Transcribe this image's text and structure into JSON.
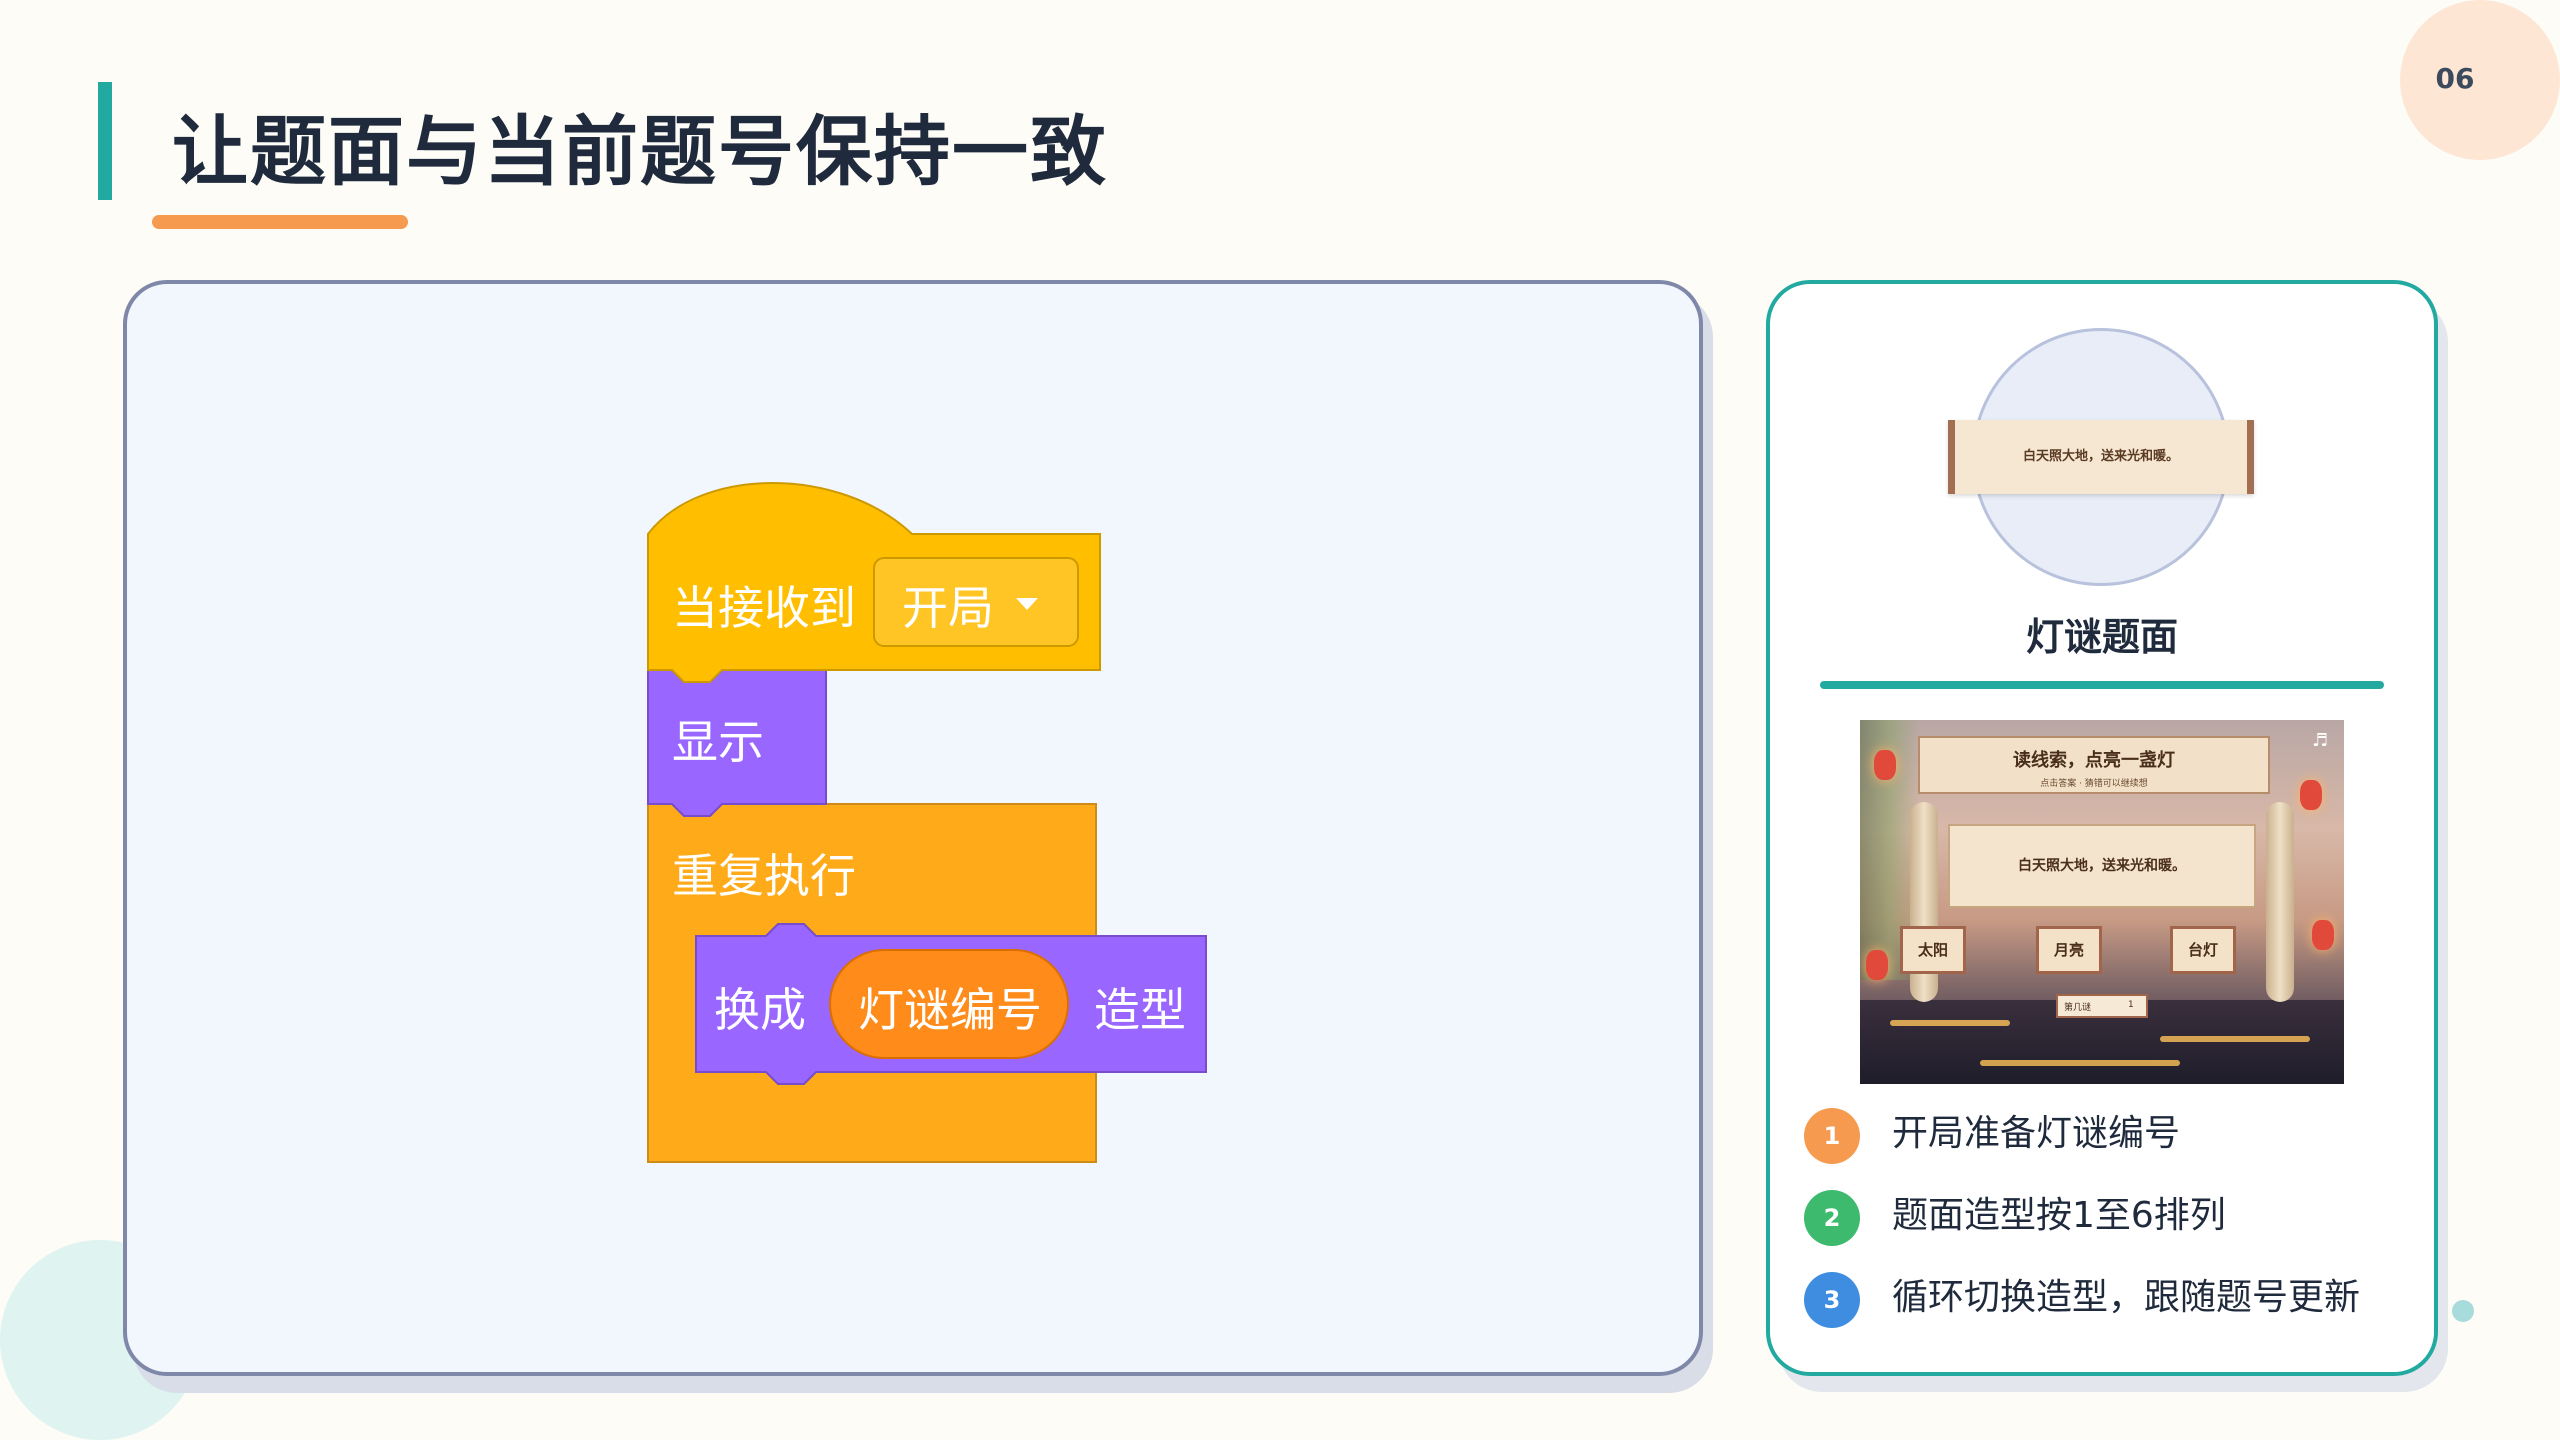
{
  "page": {
    "title": "让题面与当前题号保持一致",
    "page_number": "06"
  },
  "code_blocks": {
    "hat": {
      "label": "当接收到",
      "message": "开局"
    },
    "show": {
      "label": "显示"
    },
    "forever": {
      "label": "重复执行"
    },
    "switch_costume": {
      "prefix": "换成",
      "reporter": "灯谜编号",
      "suffix": "造型"
    }
  },
  "sidebar": {
    "preview_text": "白天照大地，送来光和暖。",
    "costume_label": "灯谜题面",
    "game": {
      "banner_title": "读线索，点亮一盏灯",
      "banner_sub": "点击答案 · 猜错可以继续想",
      "riddle": "白天照大地，送来光和暖。",
      "answers": [
        "太阳",
        "月亮",
        "台灯"
      ],
      "counter_label": "第几谜",
      "counter_value": "1"
    },
    "steps": [
      {
        "number": "1",
        "text": "开局准备灯谜编号",
        "color": "#f59a4e"
      },
      {
        "number": "2",
        "text": "题面造型按1至6排列",
        "color": "#3dba6e"
      },
      {
        "number": "3",
        "text": "循环切换造型，跟随题号更新",
        "color": "#3f8de0"
      }
    ]
  },
  "colors": {
    "accent_teal": "#22aaa0",
    "accent_orange": "#f59a4e",
    "events_yellow": "#ffbf00",
    "looks_purple": "#9966ff",
    "control_orange": "#ffab19",
    "reporter_orange": "#ff8c1a"
  }
}
